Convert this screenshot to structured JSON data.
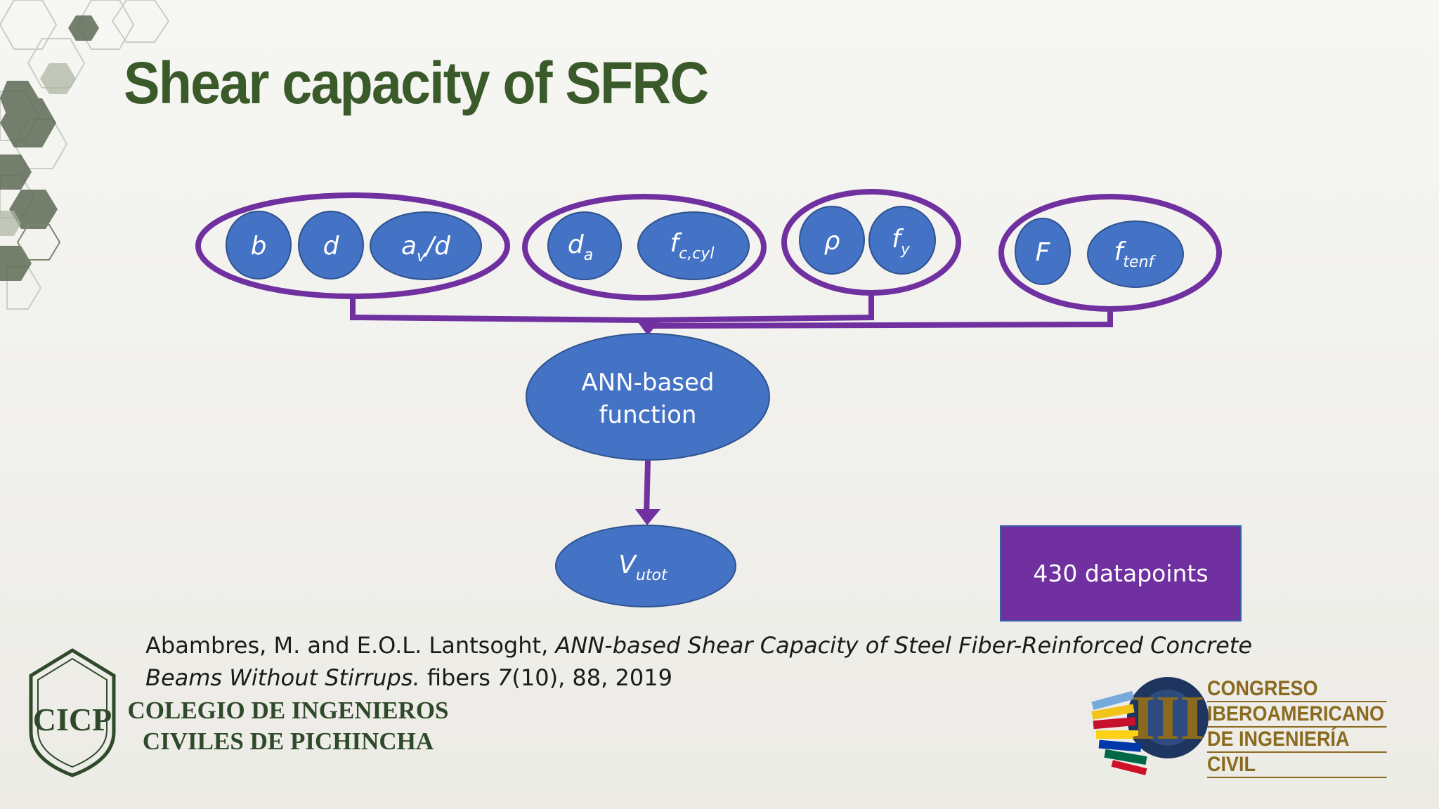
{
  "slide": {
    "title": "Shear capacity of SFRC"
  },
  "inputs": {
    "group1": [
      {
        "main": "b",
        "sub": ""
      },
      {
        "main": "d",
        "sub": ""
      },
      {
        "main": "a",
        "sub": "v",
        "suffix": "/d"
      }
    ],
    "group2": [
      {
        "main": "d",
        "sub": "a"
      },
      {
        "main": "f",
        "sub": "c,cyl"
      }
    ],
    "group3": [
      {
        "main": "ρ",
        "sub": ""
      },
      {
        "main": "f",
        "sub": "y"
      }
    ],
    "group4": [
      {
        "main": "F",
        "sub": ""
      },
      {
        "main": "f",
        "sub": "tenf"
      }
    ]
  },
  "function_node": {
    "line1": "ANN-based",
    "line2": "function"
  },
  "output_node": {
    "main": "V",
    "sub": "utot"
  },
  "datapoints_label": "430 datapoints",
  "citation": {
    "authors": "Abambres, M. and E.O.L. Lantsoght, ",
    "title": "ANN-based Shear Capacity of Steel Fiber-Reinforced Concrete Beams Without Stirrups.",
    "journal_pre": " fibers ",
    "volume": "7",
    "rest": "(10), 88, 2019"
  },
  "logos": {
    "cicp_letters": "CICP",
    "cicp_name_line1": "COLEGIO DE INGENIEROS",
    "cicp_name_line2": "CIVILES DE PICHINCHA",
    "congreso_numeral": "III",
    "congreso_lines": [
      "CONGRESO",
      "IBEROAMERICANO",
      "DE INGENIERÍA",
      "CIVIL"
    ]
  },
  "colors": {
    "node_fill": "#4472c4",
    "outline_purple": "#7030a0",
    "title_green": "#3a5a2a",
    "gold": "#8a6a1e"
  }
}
